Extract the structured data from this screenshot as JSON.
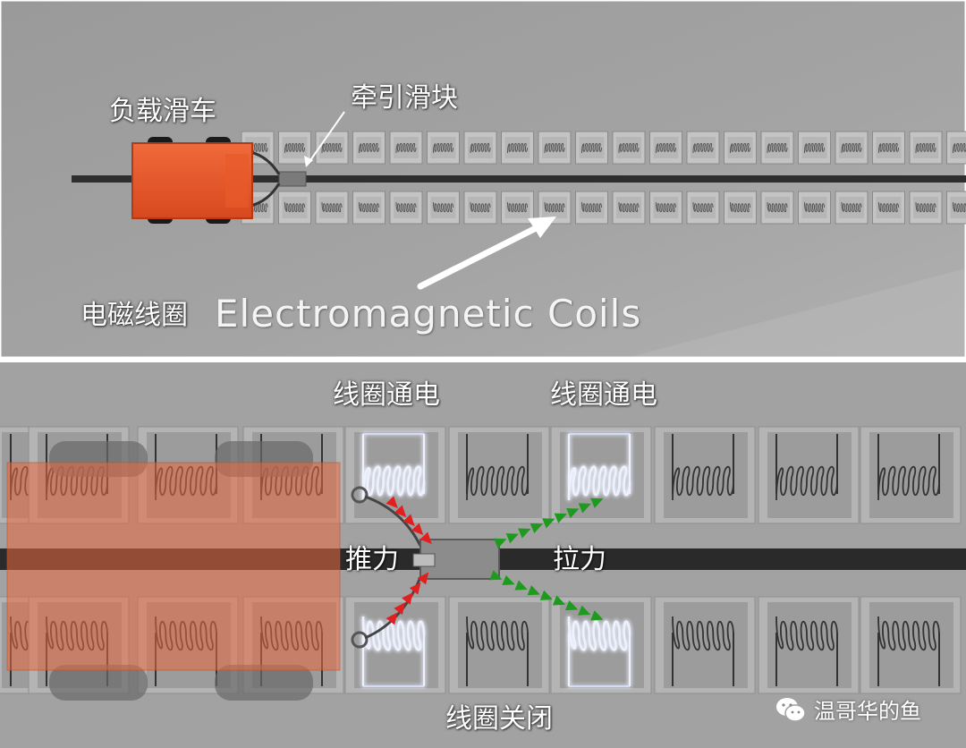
{
  "top_panel": {
    "label_load_cart": "负载滑车",
    "label_traction_slider": "牵引滑块",
    "label_coils_cn": "电磁线圈",
    "label_coils_en": "Electromagnetic Coils"
  },
  "bottom_panel": {
    "label_coil_on_left": "线圈通电",
    "label_coil_on_right": "线圈通电",
    "label_push_force": "推力",
    "label_pull_force": "拉力",
    "label_coil_off": "线圈关闭"
  },
  "watermark": {
    "text": "温哥华的鱼",
    "icon": "wechat-icon"
  },
  "colors": {
    "push_arrow": "#e02020",
    "pull_arrow": "#1e9a1e",
    "cart": "#e8552a",
    "energized_glow": "#b8c8ff"
  }
}
